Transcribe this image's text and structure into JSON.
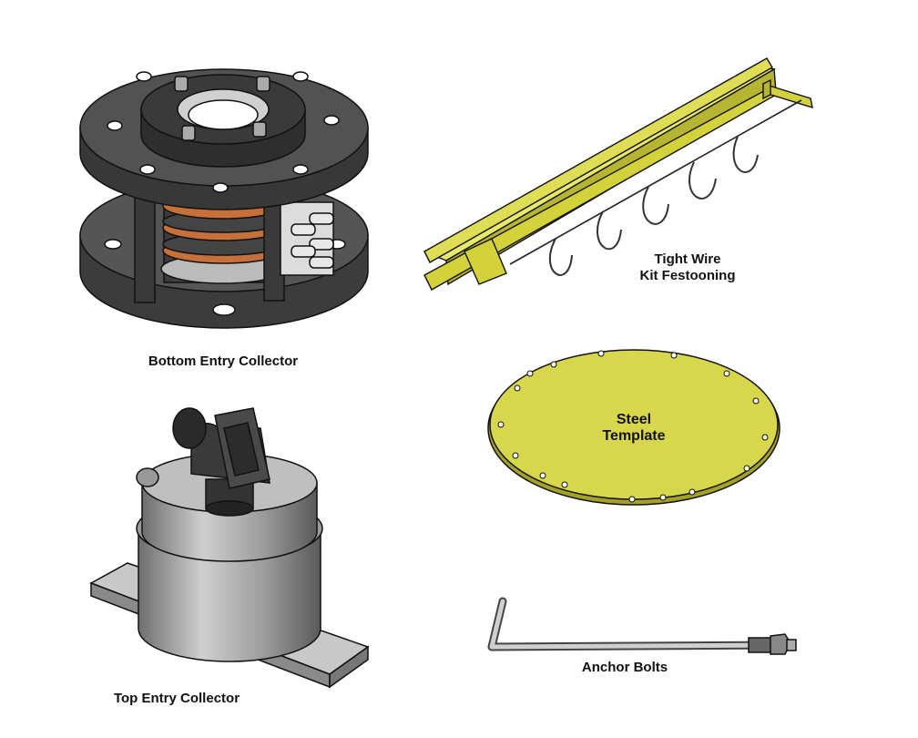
{
  "items": {
    "bottom_entry": {
      "caption": "Bottom Entry Collector"
    },
    "tight_wire": {
      "caption_line1": "Tight Wire",
      "caption_line2": "Kit Festooning"
    },
    "steel_template": {
      "caption_line1": "Steel",
      "caption_line2": "Template"
    },
    "top_entry": {
      "caption": "Top Entry Collector"
    },
    "anchor_bolts": {
      "caption": "Anchor Bolts"
    }
  },
  "colors": {
    "background": "#ffffff",
    "steel_dark": "#4a4a4a",
    "steel_light": "#bdbdbd",
    "copper": "#c8703a",
    "yellow": "#d4d23a",
    "outline": "#111111"
  }
}
